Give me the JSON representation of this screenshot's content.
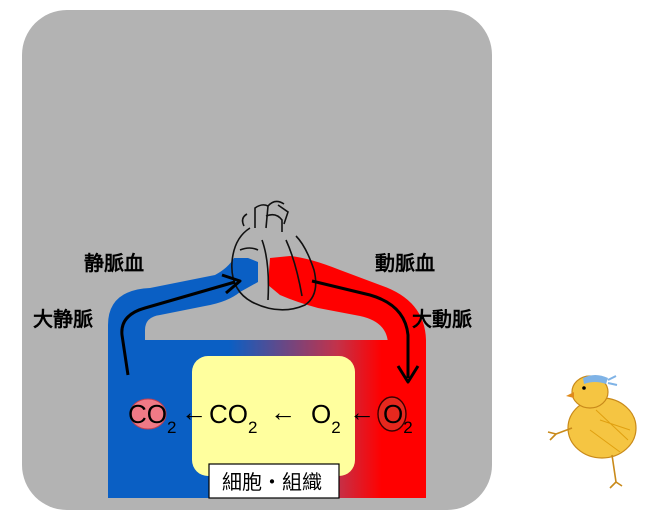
{
  "labels": {
    "venous_blood": "静脈血",
    "arterial_blood": "動脈血",
    "vena_cava": "大静脈",
    "aorta": "大動脈",
    "cells_tissue": "細胞・組織"
  },
  "chem": {
    "co2_left_main": "CO",
    "co2_left_sub": "2",
    "co2_mid_main": "CO",
    "co2_mid_sub": "2",
    "o2_mid_main": "O",
    "o2_mid_sub": "2",
    "o2_right_main": "O",
    "o2_right_sub": "2",
    "arrow_glyph": "←"
  },
  "colors": {
    "panel": "#b3b3b3",
    "venous": "#0a5fc4",
    "arterial": "#ff0000",
    "cell_box": "#ffff9e",
    "rbc_pink": "#f07a86",
    "rbc_red": "#e6281e"
  },
  "icons": {
    "heart": "heart-outline-icon",
    "mascot": "chick-mascot-icon"
  }
}
